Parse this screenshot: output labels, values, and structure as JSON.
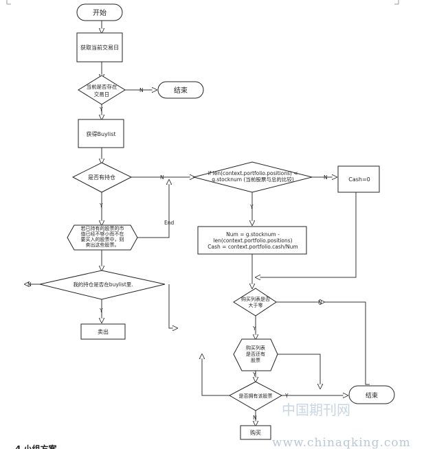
{
  "nodes": {
    "start": "开始",
    "get_trading_day": "获取当前交易日",
    "is_trading_day": [
      "当前是否存在",
      "交易日"
    ],
    "end_top": "结束",
    "get_buylist": "获得Buylist",
    "has_holdings": "是否有持仓",
    "position_check": [
      "if len(context.portfolio.positions) <",
      "g.stocknum (当前股票与总的比较)"
    ],
    "cash_zero": "Cash=0",
    "sell_check": [
      "若已持有的股票的市",
      "值已经不够小而不在",
      "要买入的股票中，则",
      "卖出这些股票。"
    ],
    "calc": [
      "Num = g.stocknum  -",
      "len(context.portfolio.positions)",
      "Cash = context.portfolio.cash/Num"
    ],
    "in_buylist": "我的持仓是否在buylist里.",
    "sell": "卖出",
    "buy_list_gt_zero": [
      "购买列表是否",
      "大于零"
    ],
    "buy_list_has_more": [
      "购买列表",
      "是否还有",
      "股票"
    ],
    "already_owned": "是否拥有该股票",
    "end_bottom": "结束",
    "buy": "购买"
  },
  "edge_labels": {
    "n": "N",
    "y": "Y",
    "end": "End"
  },
  "watermark": {
    "cn": "中国期刊网",
    "url": "www.chinaqking.com"
  },
  "footer_fragment": "4  小组方案"
}
